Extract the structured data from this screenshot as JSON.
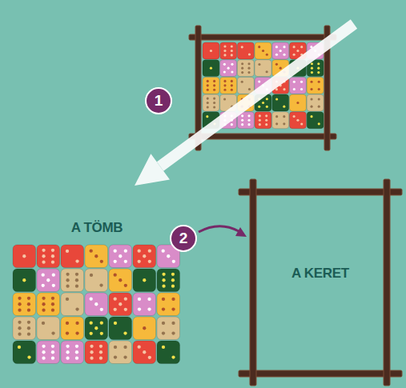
{
  "diagram": {
    "nodes": [
      {
        "text": [
          "A TÖMB"
        ]
      },
      {
        "text": [
          "A KERET"
        ]
      }
    ],
    "labels": [
      "1",
      "2"
    ]
  }
}
